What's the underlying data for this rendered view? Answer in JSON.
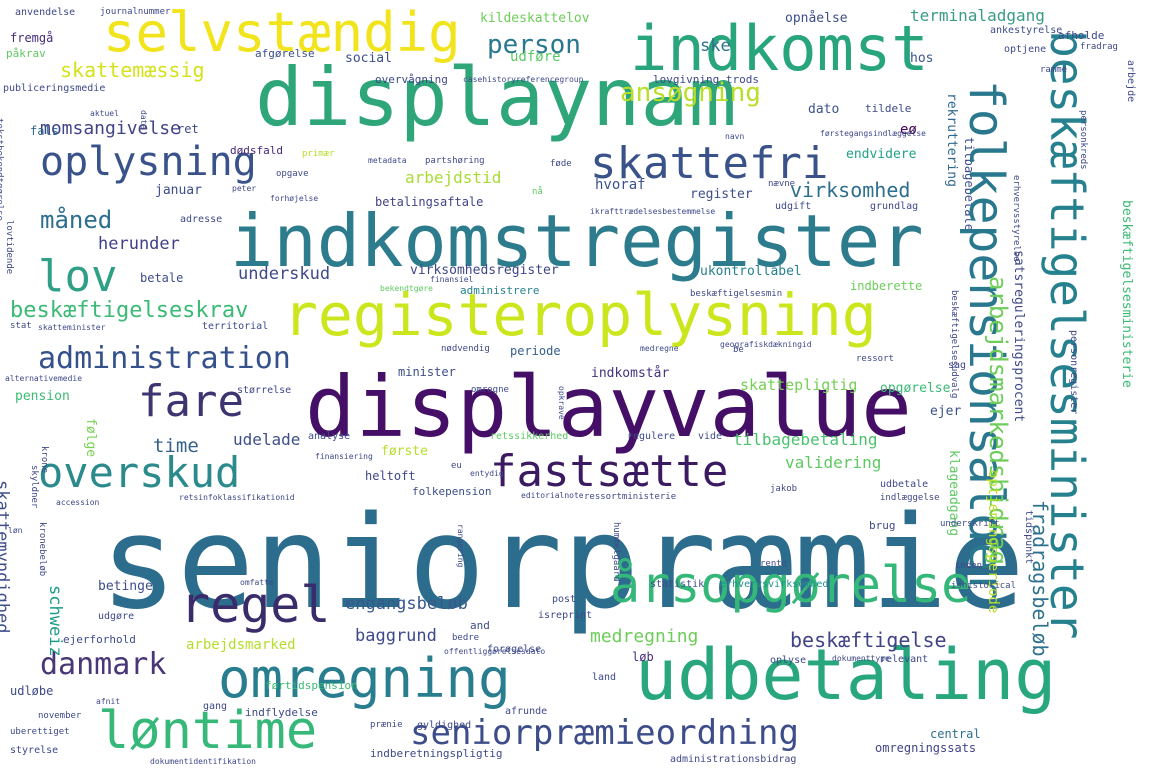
{
  "words": [
    {
      "t": "seniorpræmie",
      "c": "#2c6d8e"
    },
    {
      "t": "displayvalue",
      "c": "#450f67"
    },
    {
      "t": "indkomstregister",
      "c": "#2d7c8d"
    },
    {
      "t": "displaynam",
      "c": "#2ea67a"
    },
    {
      "t": "registeroplysning",
      "c": "#cce61d"
    },
    {
      "t": "udbetaling",
      "c": "#28a77f"
    },
    {
      "t": "omregning",
      "c": "#287d8e"
    },
    {
      "t": "indkomst",
      "c": "#29a57e"
    },
    {
      "t": "selvstændig",
      "c": "#f2e41c"
    },
    {
      "t": "løntime",
      "c": "#36b879"
    },
    {
      "t": "årsopgørelse",
      "c": "#35b779"
    },
    {
      "t": "fastsætte",
      "c": "#3b1a62"
    },
    {
      "t": "skattefri",
      "c": "#39528a"
    },
    {
      "t": "oplysning",
      "c": "#39538a"
    },
    {
      "t": "overskud",
      "c": "#2b8b8c"
    },
    {
      "t": "regel",
      "c": "#3a2b6b"
    },
    {
      "t": "fare",
      "c": "#3d3571"
    },
    {
      "t": "lov",
      "c": "#2f9f86"
    },
    {
      "t": "seniorpræmieordning",
      "c": "#3d4d8a"
    },
    {
      "t": "administration",
      "c": "#35518b"
    },
    {
      "t": "danmark",
      "c": "#483676"
    },
    {
      "t": "person",
      "c": "#2a788e"
    },
    {
      "t": "ansøgning",
      "c": "#b9de28"
    },
    {
      "t": "måned",
      "c": "#2e6e8e"
    },
    {
      "t": "beskæftigelseskrav",
      "c": "#3bba75"
    },
    {
      "t": "momsangivelse",
      "c": "#414487"
    },
    {
      "t": "skattemæssig",
      "c": "#d3e21a"
    },
    {
      "t": "virksomhed",
      "c": "#2e6e8e"
    },
    {
      "t": "herunder",
      "c": "#423f85"
    },
    {
      "t": "underskud",
      "c": "#3e4a89"
    },
    {
      "t": "arbejdstid",
      "c": "#a8db34"
    },
    {
      "t": "beskæftigelse",
      "c": "#414487"
    },
    {
      "t": "engangsbeløb",
      "c": "#38588c"
    },
    {
      "t": "medregning",
      "c": "#6ccd59"
    },
    {
      "t": "baggrund",
      "c": "#3e4989"
    },
    {
      "t": "time",
      "c": "#34618d"
    },
    {
      "t": "udelade",
      "c": "#3d4e8a"
    },
    {
      "t": "tilbagebetaling",
      "c": "#4ac26d"
    },
    {
      "t": "validering",
      "c": "#5ec962"
    },
    {
      "t": "terminaladgang",
      "c": "#3a9c87"
    },
    {
      "t": "ske",
      "c": "#2c718e"
    },
    {
      "t": "opnåelse",
      "c": "#3c4f8a"
    },
    {
      "t": "kildeskattelov",
      "c": "#6ccd59"
    },
    {
      "t": "udføre",
      "c": "#5ac864"
    },
    {
      "t": "social",
      "c": "#3d4e8a"
    },
    {
      "t": "afgørelse",
      "c": "#3c4f8a"
    },
    {
      "t": "fremgå",
      "c": "#472d7b"
    },
    {
      "t": "rekruttering",
      "c": "#31688e"
    },
    {
      "t": "tilbagebetale",
      "c": "#3d4e8a"
    },
    {
      "t": "dato",
      "c": "#3b528b"
    },
    {
      "t": "eø",
      "c": "#440154"
    },
    {
      "t": "hos",
      "c": "#3a548c"
    },
    {
      "t": "endvidere",
      "c": "#1fa187"
    },
    {
      "t": "register",
      "c": "#3c4f8a"
    },
    {
      "t": "hvoraf",
      "c": "#3b518b"
    },
    {
      "t": "betalingsaftale",
      "c": "#414487"
    },
    {
      "t": "januar",
      "c": "#3d4d8a"
    },
    {
      "t": "dødsfald",
      "c": "#482878"
    },
    {
      "t": "virksomhedsregister",
      "c": "#3f4788"
    },
    {
      "t": "ukontrollabel",
      "c": "#27808e"
    },
    {
      "t": "administrere",
      "c": "#26818e"
    },
    {
      "t": "indberette",
      "c": "#6ccd59"
    },
    {
      "t": "betale",
      "c": "#3d4d8a"
    },
    {
      "t": "ret",
      "c": "#3e4989"
    },
    {
      "t": "fals",
      "c": "#2f6b8e"
    },
    {
      "t": "periode",
      "c": "#355f8d"
    },
    {
      "t": "minister",
      "c": "#3d4e8a"
    },
    {
      "t": "indkomstår",
      "c": "#46327e"
    },
    {
      "t": "skattepligtig",
      "c": "#75d054"
    },
    {
      "t": "opgørelse",
      "c": "#3bba75"
    },
    {
      "t": "ejer",
      "c": "#3b528b"
    },
    {
      "t": "første",
      "c": "#b5de2b"
    },
    {
      "t": "heltoft",
      "c": "#3e4989"
    },
    {
      "t": "folkepension",
      "c": "#3b518b"
    },
    {
      "t": "pension",
      "c": "#3bba75"
    },
    {
      "t": "følge",
      "c": "#7ad151"
    },
    {
      "t": "skattemyndighed",
      "c": "#3d4d8a"
    },
    {
      "t": "schweiz",
      "c": "#1e9c89"
    },
    {
      "t": "betinge",
      "c": "#3d4d8a"
    },
    {
      "t": "arbejdsmarked",
      "c": "#b5de2b"
    },
    {
      "t": "ejerforhold",
      "c": "#3d4d8a"
    },
    {
      "t": "udløbe",
      "c": "#3e4989"
    },
    {
      "t": "førtidspension",
      "c": "#3bba75"
    },
    {
      "t": "central",
      "c": "#2c728e"
    },
    {
      "t": "omregningssats",
      "c": "#414487"
    },
    {
      "t": "løb",
      "c": "#472d7b"
    },
    {
      "t": "and",
      "c": "#3d4d8a"
    },
    {
      "t": "statistik",
      "c": "#3d4d8a"
    },
    {
      "t": "erhvervsvirksomhed",
      "c": "#21918c"
    },
    {
      "t": "analyse",
      "c": "#3d4d8a"
    },
    {
      "t": "regulere",
      "c": "#3e4989"
    },
    {
      "t": "vide",
      "c": "#3e4989"
    },
    {
      "t": "retssikkerhed",
      "c": "#5ec962"
    },
    {
      "t": "folkepensionsalder",
      "c": "#2a788e"
    },
    {
      "t": "beskæftigelsesminister",
      "c": "#26818e"
    },
    {
      "t": "arbejdsmarkedsbidrag",
      "c": "#6ccd59"
    },
    {
      "t": "optjeningsperiode",
      "c": "#bddf26"
    },
    {
      "t": "fradragsbeløb",
      "c": "#2c728e"
    },
    {
      "t": "satsreguleringsprocent",
      "c": "#3e4989"
    },
    {
      "t": "beskæftigelsesministerie",
      "c": "#3bba75"
    },
    {
      "t": "klageadgang",
      "c": "#5ec962"
    },
    {
      "t": "tidspunkt",
      "c": "#3e4989"
    },
    {
      "t": "personregister",
      "c": "#3e4989"
    },
    {
      "t": "erhvervsstyrelse",
      "c": "#3e4989"
    },
    {
      "t": "beskæftigelsesudvalg",
      "c": "#3e4989"
    },
    {
      "t": "ankestyrelse",
      "c": "#3d4d8a"
    },
    {
      "t": "afholde",
      "c": "#3e4989"
    },
    {
      "t": "fradrag",
      "c": "#3e4989"
    },
    {
      "t": "ramme",
      "c": "#3e4989"
    },
    {
      "t": "arbejde",
      "c": "#3e4989"
    },
    {
      "t": "personkreds",
      "c": "#3e4989"
    },
    {
      "t": "anvendelse",
      "c": "#3e4989"
    },
    {
      "t": "journalnummer",
      "c": "#3e4989"
    },
    {
      "t": "påkrav",
      "c": "#5ec962"
    },
    {
      "t": "publiceringsmedie",
      "c": "#3e4989"
    },
    {
      "t": "tekstbekendtgørelse",
      "c": "#3e4989"
    },
    {
      "t": "aktuel",
      "c": "#3e4989"
    },
    {
      "t": "data",
      "c": "#3e4989"
    },
    {
      "t": "overvågning",
      "c": "#3e4989"
    },
    {
      "t": "casehistoryreferencegroup",
      "c": "#3e4989"
    },
    {
      "t": "lovgivning trods",
      "c": "#3e4989"
    },
    {
      "t": "tildele",
      "c": "#3e4989"
    },
    {
      "t": "førstegangsindlæggelse",
      "c": "#3e4989"
    },
    {
      "t": "navn",
      "c": "#3e4989"
    },
    {
      "t": "primær",
      "c": "#b5de2b"
    },
    {
      "t": "metadata",
      "c": "#3e4989"
    },
    {
      "t": "partshøring",
      "c": "#3e4989"
    },
    {
      "t": "føde",
      "c": "#3e4989"
    },
    {
      "t": "opgave",
      "c": "#3e4989"
    },
    {
      "t": "peter",
      "c": "#3e4989"
    },
    {
      "t": "forhøjelse",
      "c": "#3e4989"
    },
    {
      "t": "nå",
      "c": "#5ec962"
    },
    {
      "t": "nævne",
      "c": "#3e4989"
    },
    {
      "t": "ikrafttrædelsesbestemmelse",
      "c": "#3e4989"
    },
    {
      "t": "udgift",
      "c": "#3e4989"
    },
    {
      "t": "grundlag",
      "c": "#3e4989"
    },
    {
      "t": "lovtidende",
      "c": "#3e4989"
    },
    {
      "t": "adresse",
      "c": "#3e4989"
    },
    {
      "t": "finansiel",
      "c": "#3e4989"
    },
    {
      "t": "bekendtgøre",
      "c": "#5ec962"
    },
    {
      "t": "beskæftigelsesmin",
      "c": "#3e4989"
    },
    {
      "t": "stat",
      "c": "#3e4989"
    },
    {
      "t": "skatteminister",
      "c": "#3e4989"
    },
    {
      "t": "territorial",
      "c": "#3e4989"
    },
    {
      "t": "nødvendig",
      "c": "#3e4989"
    },
    {
      "t": "medregne",
      "c": "#3e4989"
    },
    {
      "t": "geografiskdækningid",
      "c": "#3e4989"
    },
    {
      "t": "ressort",
      "c": "#3e4989"
    },
    {
      "t": "be",
      "c": "#3e4989"
    },
    {
      "t": "sag",
      "c": "#3e4989"
    },
    {
      "t": "alternativemedie",
      "c": "#3e4989"
    },
    {
      "t": "størrelse",
      "c": "#3e4989"
    },
    {
      "t": "omregne",
      "c": "#3e4989"
    },
    {
      "t": "opkrave",
      "c": "#3e4989"
    },
    {
      "t": "skyldner",
      "c": "#3e4989"
    },
    {
      "t": "krone",
      "c": "#3e4989"
    },
    {
      "t": "finansiering",
      "c": "#3e4989"
    },
    {
      "t": "eu",
      "c": "#3e4989"
    },
    {
      "t": "entydig",
      "c": "#3e4989"
    },
    {
      "t": "jakob",
      "c": "#3e4989"
    },
    {
      "t": "udbetale",
      "c": "#3e4989"
    },
    {
      "t": "indlæggelse",
      "c": "#3e4989"
    },
    {
      "t": "accession",
      "c": "#3e4989"
    },
    {
      "t": "retsinfoklassifikationid",
      "c": "#3e4989"
    },
    {
      "t": "editorialnote",
      "c": "#3e4989"
    },
    {
      "t": "ressortministerie",
      "c": "#3e4989"
    },
    {
      "t": "løn",
      "c": "#3e4989"
    },
    {
      "t": "hummelgaard",
      "c": "#3e4989"
    },
    {
      "t": "rangering",
      "c": "#3e4989"
    },
    {
      "t": "kronebeløb",
      "c": "#3e4989"
    },
    {
      "t": "brug",
      "c": "#3e4989"
    },
    {
      "t": "underskrift",
      "c": "#3e4989"
    },
    {
      "t": "inden",
      "c": "#3e4989"
    },
    {
      "t": "ishistorical",
      "c": "#3e4989"
    },
    {
      "t": "rente",
      "c": "#3e4989"
    },
    {
      "t": "omfatte",
      "c": "#3e4989"
    },
    {
      "t": "isreprint",
      "c": "#3e4989"
    },
    {
      "t": "post",
      "c": "#3e4989"
    },
    {
      "t": "udgøre",
      "c": "#3e4989"
    },
    {
      "t": "bedre",
      "c": "#3e4989"
    },
    {
      "t": "forøgelse",
      "c": "#3e4989"
    },
    {
      "t": "offentliggørelsesdato",
      "c": "#3e4989"
    },
    {
      "t": "oplyse",
      "c": "#3e4989"
    },
    {
      "t": "dokumenttype",
      "c": "#3e4989"
    },
    {
      "t": "relevant",
      "c": "#3e4989"
    },
    {
      "t": "land",
      "c": "#3e4989"
    },
    {
      "t": "november",
      "c": "#3e4989"
    },
    {
      "t": "afnit",
      "c": "#3e4989"
    },
    {
      "t": "gang",
      "c": "#3e4989"
    },
    {
      "t": "indflydelse",
      "c": "#3e4989"
    },
    {
      "t": "afrunde",
      "c": "#3e4989"
    },
    {
      "t": "uberettiget",
      "c": "#3e4989"
    },
    {
      "t": "prænie",
      "c": "#3e4989"
    },
    {
      "t": "gyldighed",
      "c": "#3e4989"
    },
    {
      "t": "styrelse",
      "c": "#3e4989"
    },
    {
      "t": "dokumentidentifikation",
      "c": "#3e4989"
    },
    {
      "t": "indberetningspligtig",
      "c": "#3e4989"
    },
    {
      "t": "administrationsbidrag",
      "c": "#3e4989"
    },
    {
      "t": "optjene",
      "c": "#3e4989"
    }
  ]
}
